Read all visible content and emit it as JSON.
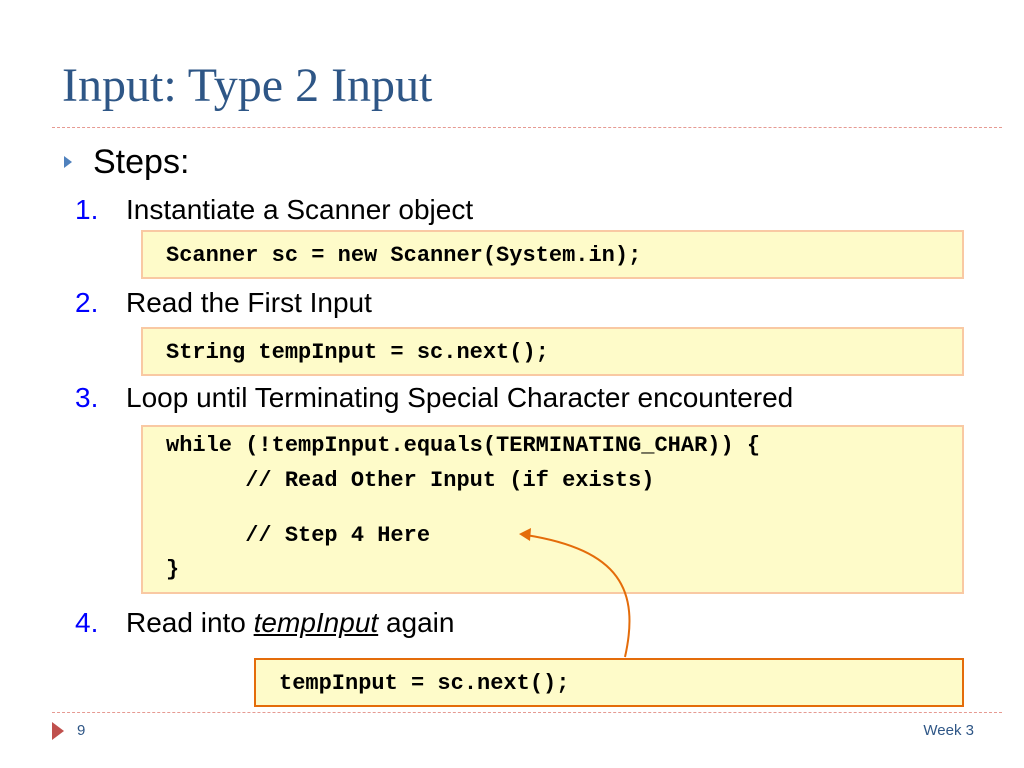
{
  "slide": {
    "title": "Input: Type 2 Input",
    "heading": "Steps:",
    "steps": [
      {
        "number": "1.",
        "text": "Instantiate a Scanner object",
        "code": [
          "Scanner sc = new Scanner(System.in);"
        ]
      },
      {
        "number": "2.",
        "text": "Read the First Input",
        "code": [
          "String tempInput = sc.next();"
        ]
      },
      {
        "number": "3.",
        "text": "Loop until Terminating Special Character encountered",
        "code": [
          "while (!tempInput.equals(TERMINATING_CHAR)) {",
          "      // Read Other Input (if exists)",
          "      // Step 4 Here",
          "}"
        ]
      },
      {
        "number": "4.",
        "text_before": "Read into ",
        "text_emphasis": "tempInput",
        "text_after": " again",
        "code": [
          "tempInput = sc.next();"
        ]
      }
    ]
  },
  "footer": {
    "page_number": "9",
    "label": "Week 3"
  },
  "colors": {
    "title": "#2e5686",
    "step_number": "#0000ff",
    "code_background": "#fefbc9",
    "code_border": "#f9c9a3",
    "arrow": "#e46c0a"
  }
}
